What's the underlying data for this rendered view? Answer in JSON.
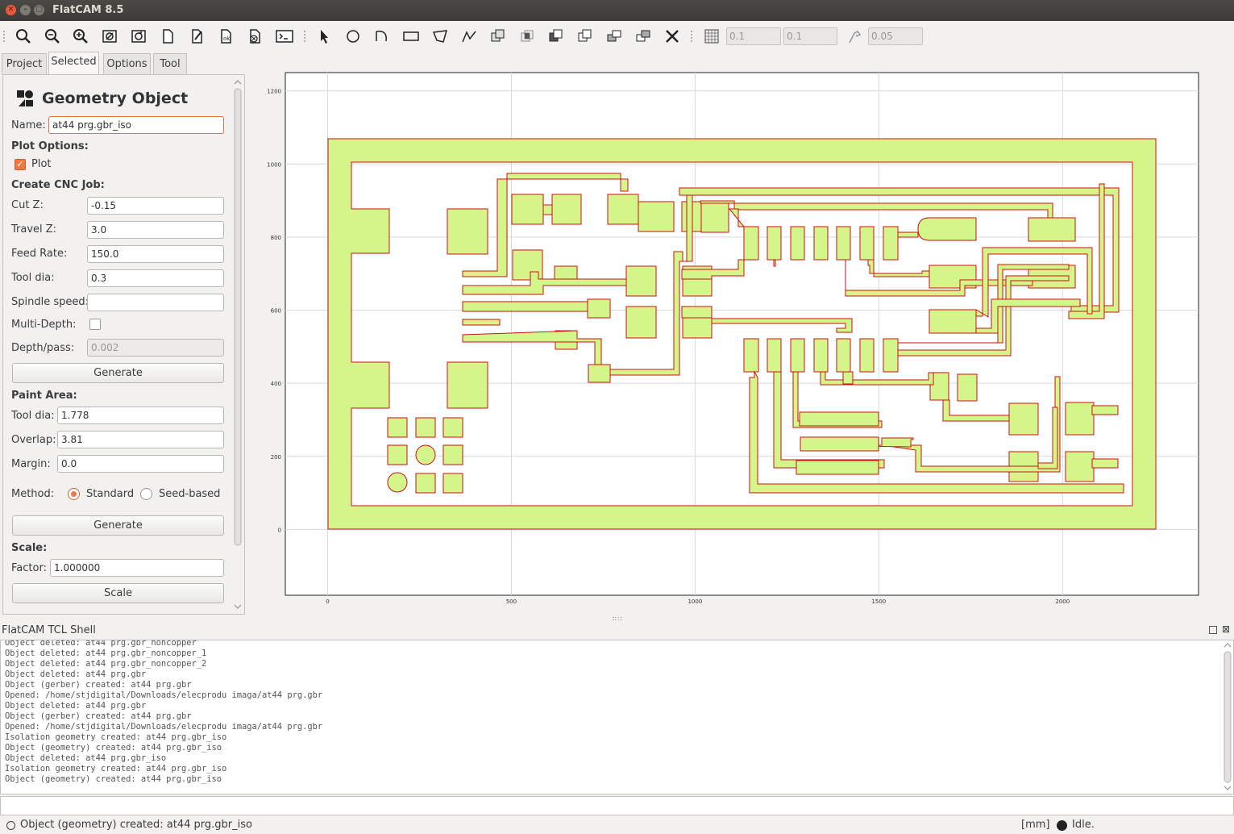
{
  "window": {
    "title": "FlatCAM 8.5"
  },
  "toolbar": {
    "grid_x": "0.1",
    "grid_y": "0.1",
    "snap_max": "0.05"
  },
  "tabs": [
    "Project",
    "Selected",
    "Options",
    "Tool"
  ],
  "panel": {
    "title": "Geometry Object",
    "name_label": "Name:",
    "name_value": "at44 prg.gbr_iso",
    "plot_options": "Plot Options:",
    "plot_label": "Plot",
    "plot_checked": true,
    "cnc_heading": "Create CNC Job:",
    "cut_z_label": "Cut Z:",
    "cut_z": "-0.15",
    "travel_z_label": "Travel Z:",
    "travel_z": "3.0",
    "feed_rate_label": "Feed Rate:",
    "feed_rate": "150.0",
    "tool_dia_label": "Tool dia:",
    "tool_dia": "0.3",
    "spindle_label": "Spindle speed:",
    "spindle": "",
    "multidepth_label": "Multi-Depth:",
    "multidepth_checked": false,
    "depth_pass_label": "Depth/pass:",
    "depth_pass": "0.002",
    "generate1": "Generate",
    "paint_heading": "Paint Area:",
    "paint_tool_dia_label": "Tool dia:",
    "paint_tool_dia": "1.778",
    "overlap_label": "Overlap:",
    "overlap": "3.81",
    "margin_label": "Margin:",
    "margin": "0.0",
    "method_label": "Method:",
    "method_standard": "Standard",
    "method_seed": "Seed-based",
    "method_selected": "Standard",
    "generate2": "Generate",
    "scale_heading": "Scale:",
    "factor_label": "Factor:",
    "factor": "1.000000",
    "scale_button": "Scale"
  },
  "plot": {
    "x_ticks": [
      "0",
      "500",
      "1000",
      "1500",
      "2000"
    ],
    "y_ticks": [
      "1200",
      "1000",
      "800",
      "600",
      "400",
      "200",
      "0"
    ],
    "xlim": [
      -115,
      2370
    ],
    "ylim": [
      -180,
      1250
    ],
    "copper_color": "#d4f58a",
    "outline_color": "#cc1111"
  },
  "shell": {
    "title": "FlatCAM TCL Shell",
    "lines": [
      "Object deleted: at44 prg.gbr_noncopper",
      "Object deleted: at44 prg.gbr_noncopper_1",
      "Object deleted: at44 prg.gbr_noncopper_2",
      "Object deleted: at44 prg.gbr",
      "Object (gerber) created: at44 prg.gbr",
      "Opened: /home/stjdigital/Downloads/elecprodu imaga/at44 prg.gbr",
      "Object deleted: at44 prg.gbr",
      "Object (gerber) created: at44 prg.gbr",
      "Opened: /home/stjdigital/Downloads/elecprodu imaga/at44 prg.gbr",
      "Isolation geometry created: at44 prg.gbr_iso",
      "Object (geometry) created: at44 prg.gbr_iso",
      "Object deleted: at44 prg.gbr_iso",
      "Isolation geometry created: at44 prg.gbr_iso",
      "Object (geometry) created: at44 prg.gbr_iso"
    ]
  },
  "status": {
    "message": "Object (geometry) created: at44 prg.gbr_iso",
    "units": "[mm]",
    "state": "Idle."
  }
}
